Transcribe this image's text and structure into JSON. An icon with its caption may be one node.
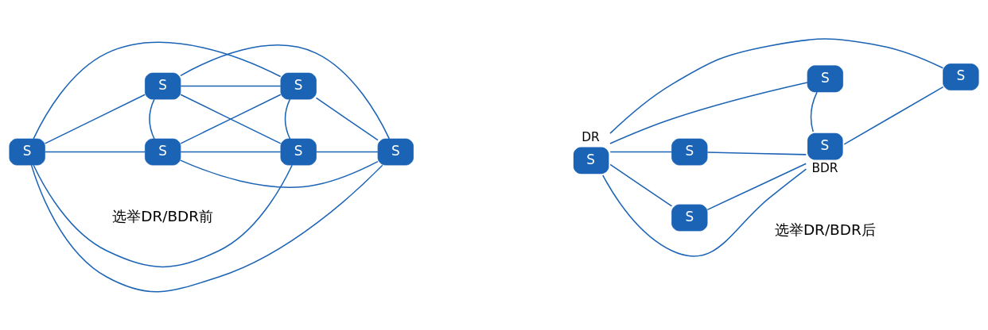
{
  "diagram": {
    "nodes": [
      {
        "text": [
          "S"
        ]
      },
      {
        "text": [
          "S"
        ]
      },
      {
        "text": [
          "S"
        ]
      },
      {
        "text": [
          "S"
        ]
      },
      {
        "text": [
          "S"
        ]
      },
      {
        "text": [
          "S"
        ]
      },
      {
        "text": [
          "S"
        ]
      },
      {
        "text": [
          "S"
        ]
      },
      {
        "text": [
          "S"
        ],
        "beside": [
          "DR"
        ]
      },
      {
        "text": [
          "S"
        ]
      },
      {
        "text": [
          "S"
        ]
      },
      {
        "text": [
          "S"
        ],
        "beside": [
          "BDR"
        ]
      }
    ],
    "edges": [
      {
        "from": 0,
        "to": 1,
        "arrow": "none"
      },
      {
        "from": 0,
        "to": 2,
        "arrow": "none"
      },
      {
        "from": 0,
        "to": 3,
        "arrow": "none"
      },
      {
        "from": 0,
        "to": 4,
        "arrow": "none"
      },
      {
        "from": 0,
        "to": 5,
        "arrow": "none"
      },
      {
        "from": 1,
        "to": 2,
        "arrow": "none"
      },
      {
        "from": 1,
        "to": 3,
        "arrow": "none"
      },
      {
        "from": 1,
        "to": 4,
        "arrow": "none"
      },
      {
        "from": 1,
        "to": 5,
        "arrow": "none"
      },
      {
        "from": 2,
        "to": 3,
        "arrow": "none"
      },
      {
        "from": 2,
        "to": 4,
        "arrow": "none"
      },
      {
        "from": 2,
        "to": 5,
        "arrow": "none"
      },
      {
        "from": 3,
        "to": 4,
        "arrow": "none"
      },
      {
        "from": 3,
        "to": 5,
        "arrow": "none"
      },
      {
        "from": 4,
        "to": 5,
        "arrow": "none"
      },
      {
        "from": 8,
        "to": 6,
        "arrow": "none"
      },
      {
        "from": 8,
        "to": 7,
        "arrow": "none"
      },
      {
        "from": 8,
        "to": 9,
        "arrow": "none"
      },
      {
        "from": 8,
        "to": 10,
        "arrow": "none"
      },
      {
        "from": 8,
        "to": 11,
        "arrow": "none"
      },
      {
        "from": 11,
        "to": 6,
        "arrow": "none"
      },
      {
        "from": 11,
        "to": 7,
        "arrow": "none"
      },
      {
        "from": 11,
        "to": 9,
        "arrow": "none"
      },
      {
        "from": 11,
        "to": 10,
        "arrow": "none"
      }
    ],
    "labels": [
      "选举DR/BDR前",
      "选举DR/BDR后"
    ]
  }
}
